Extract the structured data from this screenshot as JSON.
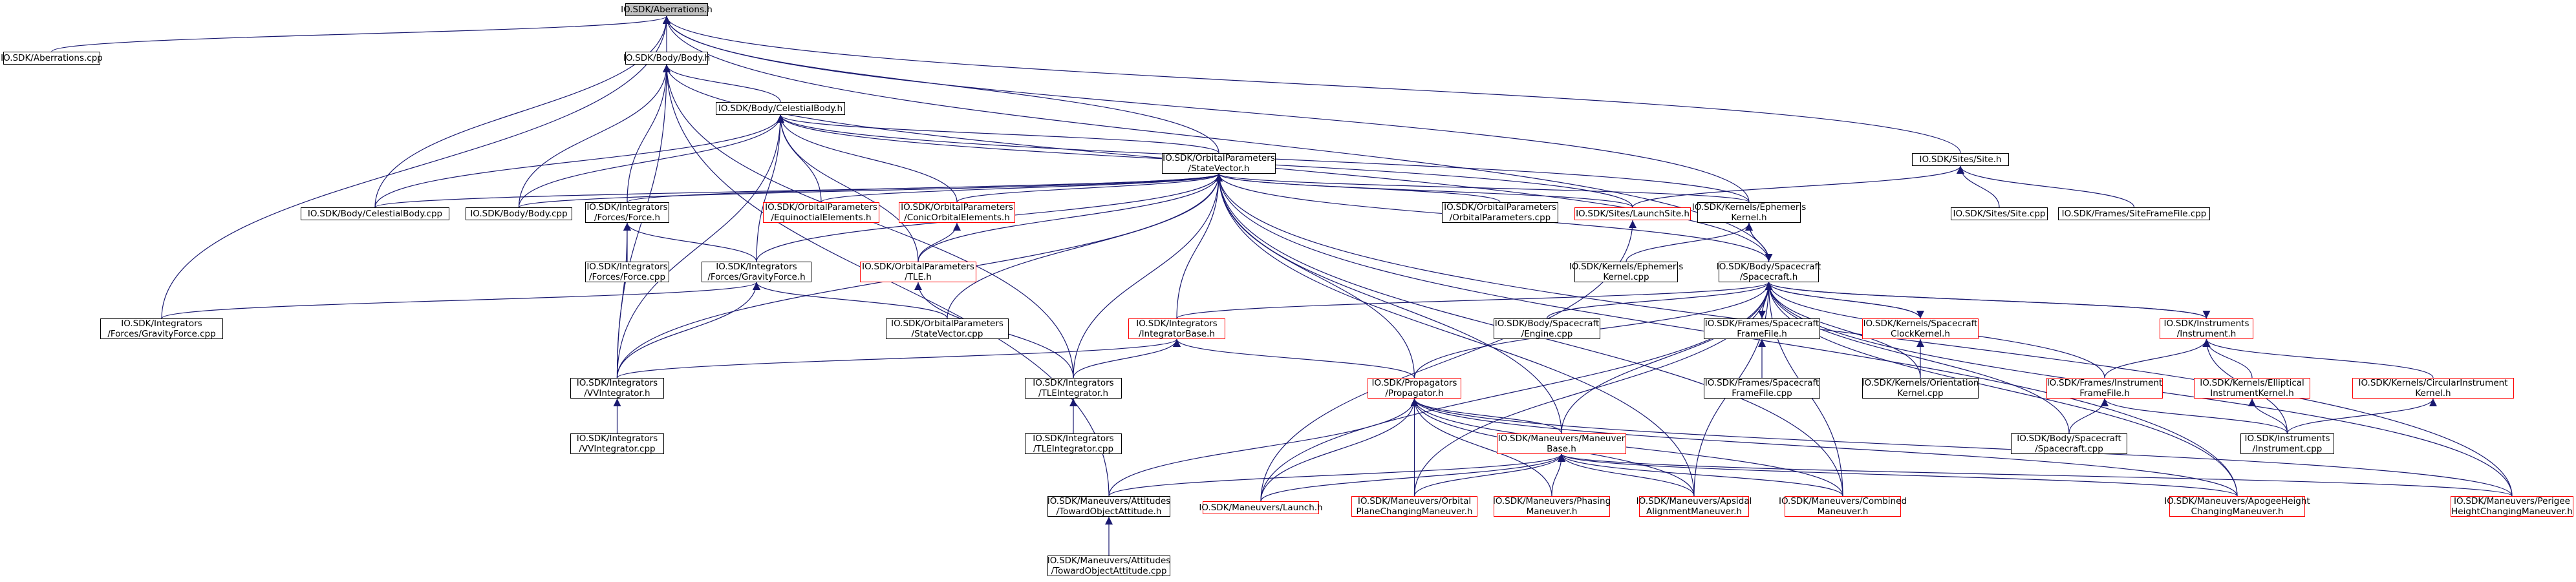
{
  "colors": {
    "edge": "#191970",
    "node_border": "#000000",
    "node_border_incomplete": "#ff0000",
    "focus_fill": "#bfbfbf"
  },
  "nodes": [
    {
      "id": "aberr_h",
      "label": "IO.SDK/Aberrations.h",
      "style": "focus"
    },
    {
      "id": "aberr_cpp",
      "label": "IO.SDK/Aberrations.cpp",
      "style": "normal"
    },
    {
      "id": "body_h",
      "label": "IO.SDK/Body/Body.h",
      "style": "normal"
    },
    {
      "id": "celestial_h",
      "label": "IO.SDK/Body/CelestialBody.h",
      "style": "normal"
    },
    {
      "id": "statevector_h",
      "label": "IO.SDK/OrbitalParameters\n/StateVector.h",
      "style": "normal"
    },
    {
      "id": "site_h",
      "label": "IO.SDK/Sites/Site.h",
      "style": "normal"
    },
    {
      "id": "grav_force_cpp",
      "label": "IO.SDK/Integrators\n/Forces/GravityForce.cpp",
      "style": "normal"
    },
    {
      "id": "celestial_cpp",
      "label": "IO.SDK/Body/CelestialBody.cpp",
      "style": "normal"
    },
    {
      "id": "body_cpp",
      "label": "IO.SDK/Body/Body.cpp",
      "style": "normal"
    },
    {
      "id": "force_h",
      "label": "IO.SDK/Integrators\n/Forces/Force.h",
      "style": "normal"
    },
    {
      "id": "equinoctial_h",
      "label": "IO.SDK/OrbitalParameters\n/EquinoctialElements.h",
      "style": "red"
    },
    {
      "id": "conic_h",
      "label": "IO.SDK/OrbitalParameters\n/ConicOrbitalElements.h",
      "style": "red"
    },
    {
      "id": "orbparams_cpp",
      "label": "IO.SDK/OrbitalParameters\n/OrbitalParameters.cpp",
      "style": "normal"
    },
    {
      "id": "launchsite_h",
      "label": "IO.SDK/Sites/LaunchSite.h",
      "style": "red"
    },
    {
      "id": "ephem_h",
      "label": "IO.SDK/Kernels/Ephemeris\nKernel.h",
      "style": "normal"
    },
    {
      "id": "site_cpp",
      "label": "IO.SDK/Sites/Site.cpp",
      "style": "normal"
    },
    {
      "id": "siteframe_cpp",
      "label": "IO.SDK/Frames/SiteFrameFile.cpp",
      "style": "normal"
    },
    {
      "id": "force_cpp",
      "label": "IO.SDK/Integrators\n/Forces/Force.cpp",
      "style": "normal"
    },
    {
      "id": "grav_force_h",
      "label": "IO.SDK/Integrators\n/Forces/GravityForce.h",
      "style": "normal"
    },
    {
      "id": "tle_h",
      "label": "IO.SDK/OrbitalParameters\n/TLE.h",
      "style": "red"
    },
    {
      "id": "ephem_cpp",
      "label": "IO.SDK/Kernels/Ephemeris\nKernel.cpp",
      "style": "normal"
    },
    {
      "id": "spacecraft_h",
      "label": "IO.SDK/Body/Spacecraft\n/Spacecraft.h",
      "style": "normal"
    },
    {
      "id": "statevector_cpp",
      "label": "IO.SDK/OrbitalParameters\n/StateVector.cpp",
      "style": "normal"
    },
    {
      "id": "intbase_h",
      "label": "IO.SDK/Integrators\n/IntegratorBase.h",
      "style": "red"
    },
    {
      "id": "engine_cpp",
      "label": "IO.SDK/Body/Spacecraft\n/Engine.cpp",
      "style": "normal"
    },
    {
      "id": "scframe_h",
      "label": "IO.SDK/Frames/Spacecraft\nFrameFile.h",
      "style": "normal"
    },
    {
      "id": "scclock_h",
      "label": "IO.SDK/Kernels/Spacecraft\nClockKernel.h",
      "style": "red"
    },
    {
      "id": "instr_h",
      "label": "IO.SDK/Instruments\n/Instrument.h",
      "style": "red"
    },
    {
      "id": "vvint_h",
      "label": "IO.SDK/Integrators\n/VVIntegrator.h",
      "style": "normal"
    },
    {
      "id": "tleint_h",
      "label": "IO.SDK/Integrators\n/TLEIntegrator.h",
      "style": "normal"
    },
    {
      "id": "propagator_h",
      "label": "IO.SDK/Propagators\n/Propagator.h",
      "style": "red"
    },
    {
      "id": "scframe_cpp",
      "label": "IO.SDK/Frames/Spacecraft\nFrameFile.cpp",
      "style": "normal"
    },
    {
      "id": "orient_cpp",
      "label": "IO.SDK/Kernels/Orientation\nKernel.cpp",
      "style": "normal"
    },
    {
      "id": "instrframe_h",
      "label": "IO.SDK/Frames/Instrument\nFrameFile.h",
      "style": "red"
    },
    {
      "id": "elliptical_h",
      "label": "IO.SDK/Kernels/Elliptical\nInstrumentKernel.h",
      "style": "red"
    },
    {
      "id": "circular_h",
      "label": "IO.SDK/Kernels/CircularInstrument\nKernel.h",
      "style": "red"
    },
    {
      "id": "vvint_cpp",
      "label": "IO.SDK/Integrators\n/VVIntegrator.cpp",
      "style": "normal"
    },
    {
      "id": "tleint_cpp",
      "label": "IO.SDK/Integrators\n/TLEIntegrator.cpp",
      "style": "normal"
    },
    {
      "id": "maneuverbase_h",
      "label": "IO.SDK/Maneuvers/Maneuver\nBase.h",
      "style": "red"
    },
    {
      "id": "spacecraft_cpp",
      "label": "IO.SDK/Body/Spacecraft\n/Spacecraft.cpp",
      "style": "normal"
    },
    {
      "id": "instr_cpp",
      "label": "IO.SDK/Instruments\n/Instrument.cpp",
      "style": "normal"
    },
    {
      "id": "toward_h",
      "label": "IO.SDK/Maneuvers/Attitudes\n/TowardObjectAttitude.h",
      "style": "normal"
    },
    {
      "id": "launch_h",
      "label": "IO.SDK/Maneuvers/Launch.h",
      "style": "red"
    },
    {
      "id": "orbplane_h",
      "label": "IO.SDK/Maneuvers/Orbital\nPlaneChangingManeuver.h",
      "style": "red"
    },
    {
      "id": "phasing_h",
      "label": "IO.SDK/Maneuvers/Phasing\nManeuver.h",
      "style": "red"
    },
    {
      "id": "apsidal_h",
      "label": "IO.SDK/Maneuvers/Apsidal\nAlignmentManeuver.h",
      "style": "red"
    },
    {
      "id": "combined_h",
      "label": "IO.SDK/Maneuvers/Combined\nManeuver.h",
      "style": "red"
    },
    {
      "id": "apogee_h",
      "label": "IO.SDK/Maneuvers/ApogeeHeight\nChangingManeuver.h",
      "style": "red"
    },
    {
      "id": "perigee_h",
      "label": "IO.SDK/Maneuvers/Perigee\nHeightChangingManeuver.h",
      "style": "red"
    },
    {
      "id": "toward_cpp",
      "label": "IO.SDK/Maneuvers/Attitudes\n/TowardObjectAttitude.cpp",
      "style": "normal"
    }
  ],
  "edges": [
    [
      "aberr_h",
      "aberr_cpp"
    ],
    [
      "aberr_h",
      "body_h"
    ],
    [
      "aberr_h",
      "grav_force_cpp"
    ],
    [
      "aberr_h",
      "celestial_cpp"
    ],
    [
      "aberr_h",
      "statevector_h"
    ],
    [
      "aberr_h",
      "site_h"
    ],
    [
      "aberr_h",
      "ephem_h"
    ],
    [
      "aberr_h",
      "spacecraft_h"
    ],
    [
      "body_h",
      "celestial_h"
    ],
    [
      "body_h",
      "body_cpp"
    ],
    [
      "body_h",
      "force_h"
    ],
    [
      "body_h",
      "vvint_h"
    ],
    [
      "body_h",
      "tleint_h"
    ],
    [
      "body_h",
      "toward_h"
    ],
    [
      "body_h",
      "spacecraft_h"
    ],
    [
      "celestial_h",
      "statevector_h"
    ],
    [
      "celestial_h",
      "celestial_cpp"
    ],
    [
      "celestial_h",
      "body_cpp"
    ],
    [
      "celestial_h",
      "grav_force_h"
    ],
    [
      "celestial_h",
      "equinoctial_h"
    ],
    [
      "celestial_h",
      "conic_h"
    ],
    [
      "celestial_h",
      "tle_h"
    ],
    [
      "celestial_h",
      "ephem_h"
    ],
    [
      "celestial_h",
      "launchsite_h"
    ],
    [
      "celestial_h",
      "vvint_h"
    ],
    [
      "statevector_h",
      "body_cpp"
    ],
    [
      "statevector_h",
      "force_h"
    ],
    [
      "statevector_h",
      "equinoctial_h"
    ],
    [
      "statevector_h",
      "conic_h"
    ],
    [
      "statevector_h",
      "orbparams_cpp"
    ],
    [
      "statevector_h",
      "launchsite_h"
    ],
    [
      "statevector_h",
      "ephem_h"
    ],
    [
      "statevector_h",
      "tle_h"
    ],
    [
      "statevector_h",
      "statevector_cpp"
    ],
    [
      "statevector_h",
      "intbase_h"
    ],
    [
      "statevector_h",
      "vvint_h"
    ],
    [
      "statevector_h",
      "tleint_h"
    ],
    [
      "statevector_h",
      "propagator_h"
    ],
    [
      "statevector_h",
      "spacecraft_h"
    ],
    [
      "statevector_h",
      "maneuverbase_h"
    ],
    [
      "statevector_h",
      "apsidal_h"
    ],
    [
      "statevector_h",
      "combined_h"
    ],
    [
      "statevector_h",
      "apogee_h"
    ],
    [
      "statevector_h",
      "perigee_h"
    ],
    [
      "statevector_h",
      "grav_force_h"
    ],
    [
      "statevector_h",
      "celestial_cpp"
    ],
    [
      "site_h",
      "launchsite_h"
    ],
    [
      "site_h",
      "site_cpp"
    ],
    [
      "site_h",
      "siteframe_cpp"
    ],
    [
      "force_h",
      "force_cpp"
    ],
    [
      "force_h",
      "grav_force_h"
    ],
    [
      "force_h",
      "vvint_h"
    ],
    [
      "grav_force_h",
      "grav_force_cpp"
    ],
    [
      "grav_force_h",
      "vvint_h"
    ],
    [
      "grav_force_h",
      "statevector_cpp"
    ],
    [
      "conic_h",
      "tle_h"
    ],
    [
      "tle_h",
      "tleint_h"
    ],
    [
      "launchsite_h",
      "launch_h"
    ],
    [
      "ephem_h",
      "ephem_cpp"
    ],
    [
      "ephem_h",
      "spacecraft_h"
    ],
    [
      "spacecraft_h",
      "ephem_h"
    ],
    [
      "spacecraft_h",
      "engine_cpp"
    ],
    [
      "spacecraft_h",
      "scframe_h"
    ],
    [
      "spacecraft_h",
      "scclock_h"
    ],
    [
      "spacecraft_h",
      "instr_h"
    ],
    [
      "spacecraft_h",
      "intbase_h"
    ],
    [
      "spacecraft_h",
      "propagator_h"
    ],
    [
      "spacecraft_h",
      "maneuverbase_h"
    ],
    [
      "spacecraft_h",
      "spacecraft_cpp"
    ],
    [
      "spacecraft_h",
      "orient_cpp"
    ],
    [
      "spacecraft_h",
      "instrframe_h"
    ],
    [
      "spacecraft_h",
      "launch_h"
    ],
    [
      "spacecraft_h",
      "orbplane_h"
    ],
    [
      "spacecraft_h",
      "apsidal_h"
    ],
    [
      "spacecraft_h",
      "combined_h"
    ],
    [
      "spacecraft_h",
      "apogee_h"
    ],
    [
      "spacecraft_h",
      "perigee_h"
    ],
    [
      "scframe_h",
      "scframe_cpp"
    ],
    [
      "scframe_h",
      "spacecraft_h"
    ],
    [
      "scclock_h",
      "orient_cpp"
    ],
    [
      "scclock_h",
      "spacecraft_h"
    ],
    [
      "instr_h",
      "instrframe_h"
    ],
    [
      "instr_h",
      "elliptical_h"
    ],
    [
      "instr_h",
      "circular_h"
    ],
    [
      "instr_h",
      "instr_cpp"
    ],
    [
      "instr_h",
      "spacecraft_h"
    ],
    [
      "instrframe_h",
      "spacecraft_cpp"
    ],
    [
      "instrframe_h",
      "instr_cpp"
    ],
    [
      "elliptical_h",
      "instr_cpp"
    ],
    [
      "circular_h",
      "instr_cpp"
    ],
    [
      "intbase_h",
      "vvint_h"
    ],
    [
      "intbase_h",
      "tleint_h"
    ],
    [
      "intbase_h",
      "propagator_h"
    ],
    [
      "vvint_h",
      "vvint_cpp"
    ],
    [
      "tleint_h",
      "tleint_cpp"
    ],
    [
      "propagator_h",
      "maneuverbase_h"
    ],
    [
      "propagator_h",
      "toward_h"
    ],
    [
      "propagator_h",
      "launch_h"
    ],
    [
      "propagator_h",
      "orbplane_h"
    ],
    [
      "propagator_h",
      "phasing_h"
    ],
    [
      "propagator_h",
      "apsidal_h"
    ],
    [
      "propagator_h",
      "combined_h"
    ],
    [
      "propagator_h",
      "apogee_h"
    ],
    [
      "propagator_h",
      "perigee_h"
    ],
    [
      "maneuverbase_h",
      "toward_h"
    ],
    [
      "maneuverbase_h",
      "launch_h"
    ],
    [
      "maneuverbase_h",
      "orbplane_h"
    ],
    [
      "maneuverbase_h",
      "phasing_h"
    ],
    [
      "maneuverbase_h",
      "apsidal_h"
    ],
    [
      "maneuverbase_h",
      "combined_h"
    ],
    [
      "maneuverbase_h",
      "apogee_h"
    ],
    [
      "maneuverbase_h",
      "perigee_h"
    ],
    [
      "toward_h",
      "toward_cpp"
    ]
  ]
}
